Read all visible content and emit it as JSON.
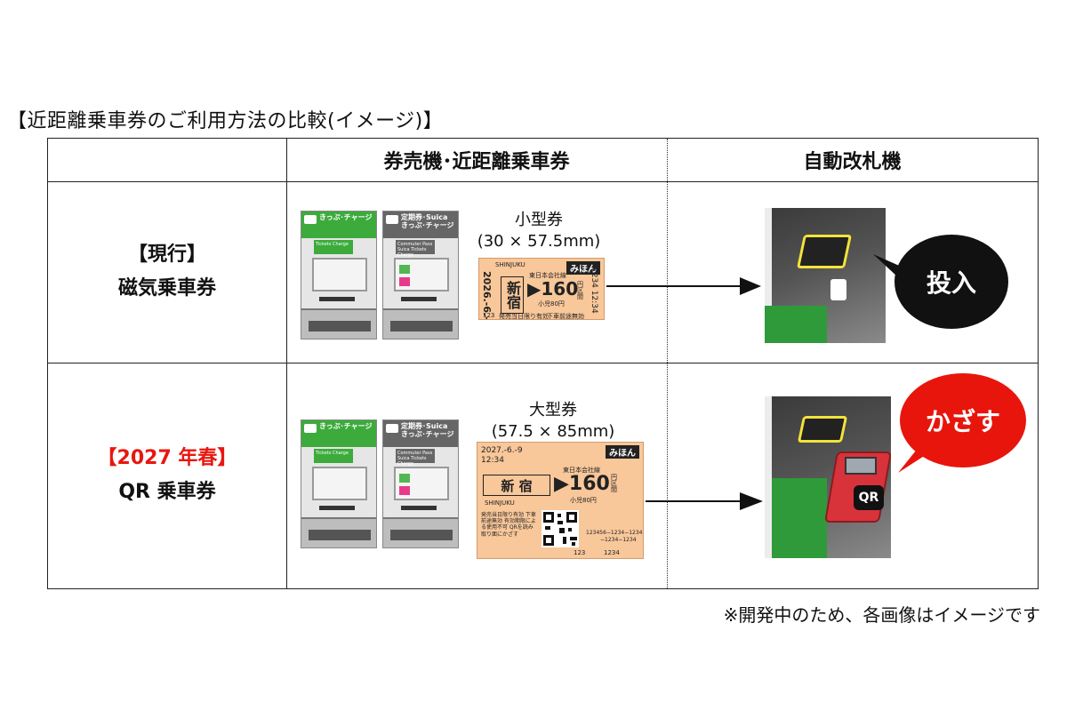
{
  "title": "【近距離乗車券のご利用方法の比較(イメージ)】",
  "columns": {
    "machine_ticket": "券売機･近距離乗車券",
    "gate": "自動改札機"
  },
  "rows": [
    {
      "era": "【現行】",
      "ticket_type": "磁気乗車券",
      "machines": [
        {
          "label": "きっぷ･チャージ",
          "sub": "Tickets Charge"
        },
        {
          "label": "定期券･Suica きっぷ･チャージ",
          "sub": "Commuter Pass Suica Tickets Charge"
        }
      ],
      "ticket_size_label": "小型券",
      "ticket_size_dims": "(30 × 57.5mm)",
      "ticket": {
        "date": "2026.-6.-9",
        "corner": "みほん",
        "station": "新宿",
        "station_en": "SHINJUKU",
        "company": "東日本会社線",
        "fare": "▶160",
        "fare_unit": "円区間",
        "child_fare": "小児80円",
        "code": "1234 12:34",
        "validity": "発売当日限り有効",
        "no_stopover": "下車前途無効",
        "serial": "123"
      },
      "gate_action": "投入"
    },
    {
      "era": "【2027 年春】",
      "ticket_type": "QR 乗車券",
      "machines": [
        {
          "label": "きっぷ･チャージ",
          "sub": "Tickets Charge"
        },
        {
          "label": "定期券･Suica きっぷ･チャージ",
          "sub": "Commuter Pass Suica Tickets Charge"
        }
      ],
      "ticket_size_label": "大型券",
      "ticket_size_dims": "(57.5 × 85mm)",
      "ticket": {
        "date": "2027.-6.-9",
        "time": "12:34",
        "corner": "みほん",
        "station": "新 宿",
        "station_en": "SHINJUKU",
        "company": "東日本会社線",
        "fare": "▶160",
        "fare_unit": "円区間",
        "child_fare": "小児80円",
        "notes": "発売当日限り有効 下車前途無効 有効期限による使用不可 QRを読み取り面にかざす",
        "serial_long": "123456−1234−1234",
        "serial_long2": "−1234−1234",
        "serial": "123",
        "serial2": "1234"
      },
      "gate_action": "かざす",
      "gate_badge": "QR"
    }
  ],
  "footnote": "※開発中のため、各画像はイメージです",
  "colors": {
    "accent_red": "#e8170f",
    "ticket_orange": "#f8c79a",
    "machine_green": "#3cab3c",
    "gate_green": "#2f9a3a",
    "slot_yellow": "#f3e33a"
  }
}
